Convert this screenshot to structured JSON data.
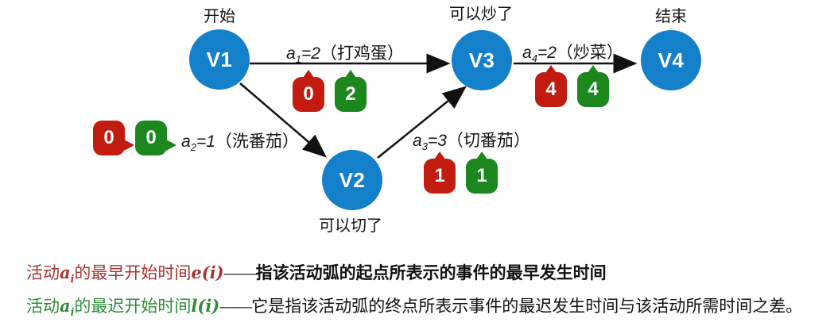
{
  "colors": {
    "node-blue": "#1580ca",
    "badge-red": "#c21b10",
    "badge-green": "#1c871c",
    "text-red": "#a93431",
    "text-green": "#2e8b37",
    "arrow-black": "#111111"
  },
  "nodes": [
    {
      "label": "V1",
      "caption": "开始"
    },
    {
      "label": "V2",
      "caption": "可以切了"
    },
    {
      "label": "V3",
      "caption": "可以炒了"
    },
    {
      "label": "V4",
      "caption": "结束"
    }
  ],
  "activities": [
    {
      "name": "a",
      "sub": "1",
      "value": "=2",
      "desc": "（打鸡蛋）",
      "early": "0",
      "late": "2"
    },
    {
      "name": "a",
      "sub": "2",
      "value": "=1",
      "desc": "（洗番茄）",
      "early": "0",
      "late": "0"
    },
    {
      "name": "a",
      "sub": "3",
      "value": "=3",
      "desc": "（切番茄）",
      "early": "1",
      "late": "1"
    },
    {
      "name": "a",
      "sub": "4",
      "value": "=2",
      "desc": "（炒菜）",
      "early": "4",
      "late": "4"
    }
  ],
  "definitions": {
    "earliest": {
      "prefix": "活动",
      "var": "a",
      "sub": "i",
      "mid": "的最早开始时间",
      "func": "e(i)",
      "dash": "——",
      "text": "指该活动弧的起点所表示的事件的最早发生时间"
    },
    "latest": {
      "prefix": "活动",
      "var": "a",
      "sub": "i",
      "mid": "的最迟开始时间",
      "func": "l(i)",
      "dash": "——",
      "text": "它是指该活动弧的终点所表示事件的最迟发生时间与该活动所需时间之差。"
    }
  }
}
